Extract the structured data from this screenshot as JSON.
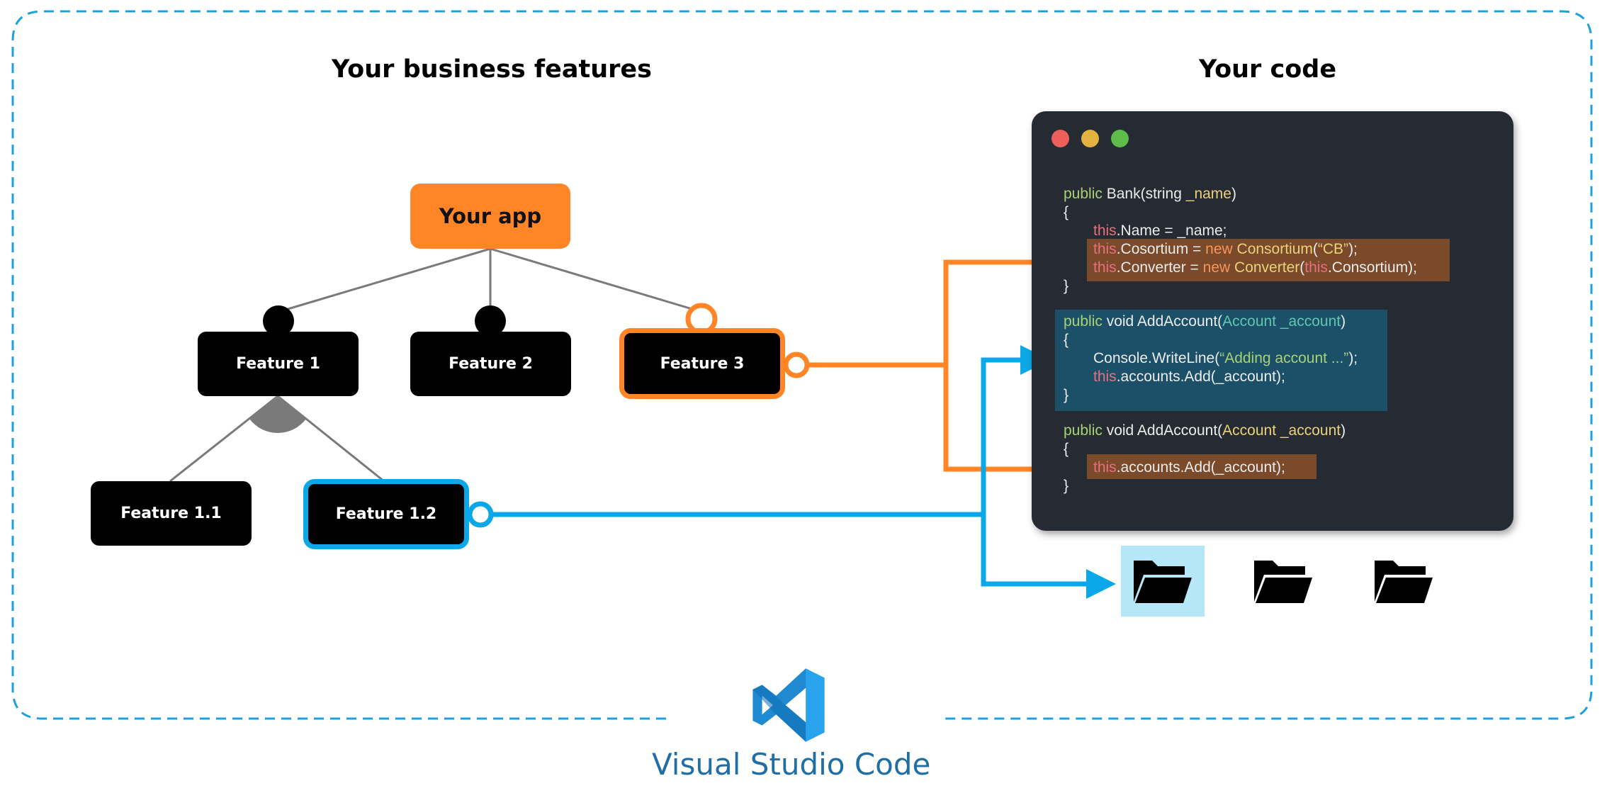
{
  "headings": {
    "left": "Your business features",
    "right": "Your code"
  },
  "nodes": {
    "app": "Your app",
    "feature_1": "Feature 1",
    "feature_2": "Feature 2",
    "feature_3": "Feature 3",
    "feature_1_1": "Feature 1.1",
    "feature_1_2": "Feature 1.2"
  },
  "code": {
    "lines": {
      "l1_kw": "public",
      "l1_name": " Bank(string ",
      "l1_param": "_name",
      "l1_close": ")",
      "l2": "{",
      "l3_this": "this",
      "l3_rest": ".Name = _name;",
      "l4_this": "this",
      "l4_mid": ".Cosortium = ",
      "l4_new": "new",
      "l4_cls": " Consortium",
      "l4_paren": "(",
      "l4_str": "“CB”",
      "l4_end": ");",
      "l5_this": "this",
      "l5_mid": ".Converter = ",
      "l5_new": "new",
      "l5_cls": " Converter",
      "l5_paren": "(",
      "l5_this2": "this",
      "l5_end": ".Consortium);",
      "l6": "}",
      "l7_kw": "public",
      "l7_mid": " void AddAccount(",
      "l7_param": "Account _account",
      "l7_end": ")",
      "l8": "{",
      "l9_pre": "Console.WriteLine(",
      "l9_str": "“Adding account ...”",
      "l9_end": ");",
      "l10_this": "this",
      "l10_rest": ".accounts.Add(_account);",
      "l11": "}",
      "l12_kw": "public",
      "l12_mid": " void AddAccount(",
      "l12_param": "Account _account",
      "l12_end": ")",
      "l13": "{",
      "l14_this": "this",
      "l14_rest": ".accounts.Add(_account);",
      "l15": "}"
    }
  },
  "colors": {
    "orange": "#FF8526",
    "blue": "#0AA8E8",
    "editor_bg": "#262A33",
    "border_dash": "#1CA0DE"
  },
  "icons": [
    "folder-icon",
    "folder-icon",
    "folder-icon",
    "vscode-logo-icon"
  ],
  "brand": {
    "name": "Visual Studio Code"
  }
}
